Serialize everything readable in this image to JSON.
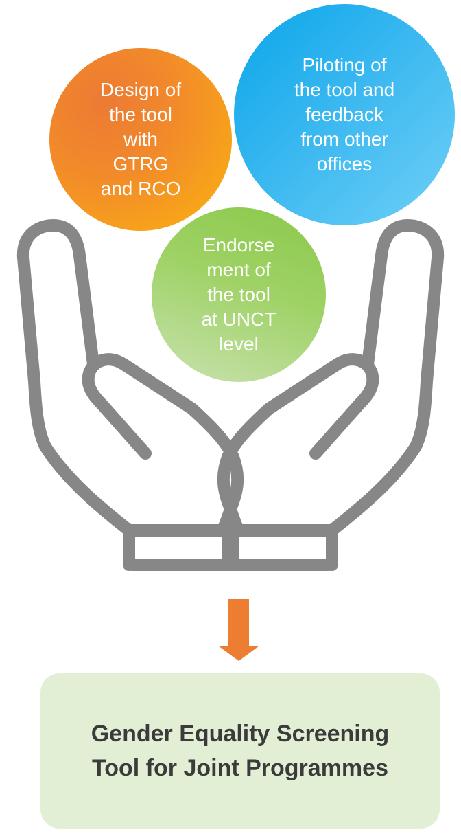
{
  "steps": {
    "design": "Design of\nthe tool\nwith\nGTRG\nand RCO",
    "piloting": "Piloting of\nthe tool and\nfeedback\nfrom other\noffices",
    "endorsement": "Endorse\nment of\nthe tool\nat UNCT\nlevel"
  },
  "result": {
    "title": "Gender Equality Screening\nTool for Joint Programmes"
  },
  "colors": {
    "design_circle": "#F28A2A",
    "piloting_circle": "#1CAEEB",
    "endorsement_circle": "#8BC94A",
    "hands_outline": "#878787",
    "arrow": "#ED7D31",
    "result_box": "#E2EFD4"
  },
  "icons": {
    "hands": "open-hands-icon",
    "arrow": "arrow-down-icon"
  }
}
